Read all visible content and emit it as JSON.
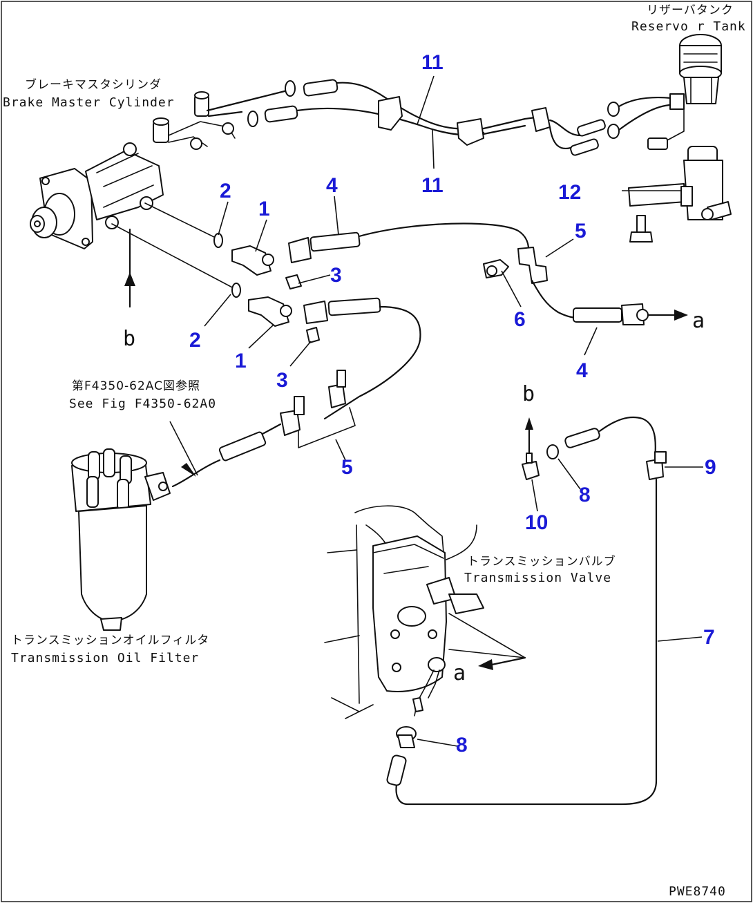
{
  "labels": {
    "reservoir_tank_jp": "リザーバタンク",
    "reservoir_tank_en": "Reservo r Tank",
    "brake_master_jp": "ブレーキマスタシリンダ",
    "brake_master_en": "Brake Master Cylinder",
    "see_fig_jp": "第F4350-62AC図参照",
    "see_fig_en": "See Fig F4350-62A0",
    "trans_valve_jp": "トランスミッションバルブ",
    "trans_valve_en": "Transmission Valve",
    "trans_filter_jp": "トランスミッションオイルフィルタ",
    "trans_filter_en": "Transmission Oil Filter",
    "drawing_ref": "PWE8740"
  },
  "letters": {
    "a1": "a",
    "a2": "a",
    "b1": "b",
    "b2": "b"
  },
  "callouts": {
    "n1a": "1",
    "n1b": "1",
    "n2a": "2",
    "n2b": "2",
    "n3a": "3",
    "n3b": "3",
    "n4a": "4",
    "n4b": "4",
    "n5a": "5",
    "n5b": "5",
    "n6": "6",
    "n7": "7",
    "n8a": "8",
    "n8b": "8",
    "n9": "9",
    "n10": "10",
    "n11a": "11",
    "n11b": "11",
    "n12": "12"
  },
  "colors": {
    "callout": "#1a1ad6",
    "line": "#111111"
  }
}
